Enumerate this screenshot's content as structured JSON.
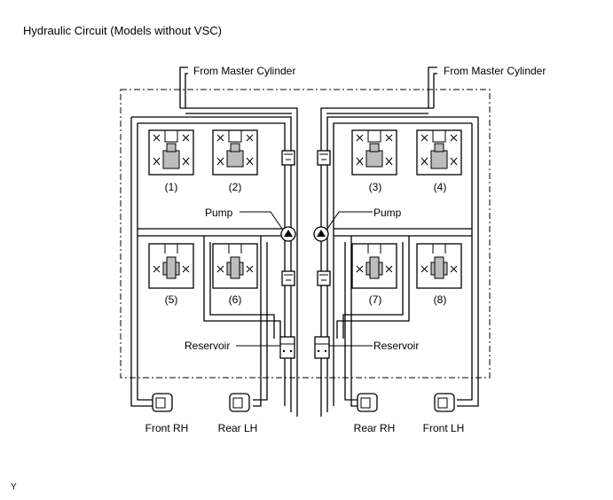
{
  "title": "Hydraulic Circuit (Models without VSC)",
  "labels": {
    "from_master_left": "From Master Cylinder",
    "from_master_right": "From Master Cylinder",
    "pump_left": "Pump",
    "pump_right": "Pump",
    "reservoir_left": "Reservoir",
    "reservoir_right": "Reservoir"
  },
  "valves": [
    "(1)",
    "(2)",
    "(3)",
    "(4)",
    "(5)",
    "(6)",
    "(7)",
    "(8)"
  ],
  "wheels": [
    "Front RH",
    "Rear LH",
    "Rear RH",
    "Front LH"
  ],
  "footer_code": "Y"
}
